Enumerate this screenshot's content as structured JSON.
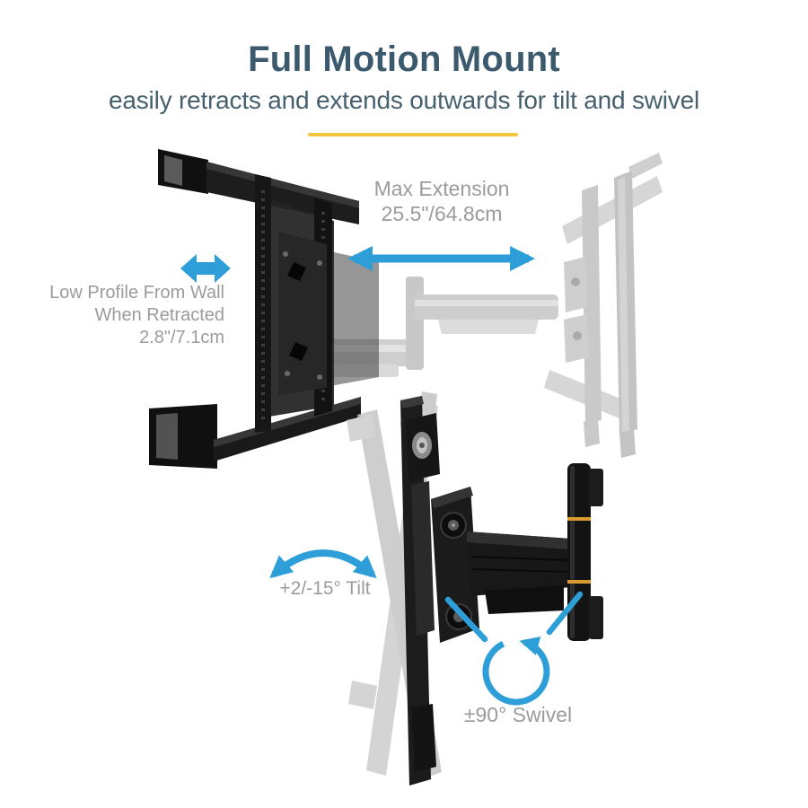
{
  "header": {
    "title": "Full Motion Mount",
    "subtitle": "easily retracts and extends outwards for tilt and swivel"
  },
  "top_diagram": {
    "max_extension_label": {
      "line1": "Max Extension",
      "line2": "25.5\"/64.8cm"
    },
    "low_profile_label": {
      "line1": "Low Profile From Wall",
      "line2": "When Retracted",
      "line3": "2.8\"/7.1cm"
    }
  },
  "bottom_diagram": {
    "tilt_label": "+2/-15° Tilt",
    "swivel_label": "±90° Swivel"
  },
  "icons": {
    "max_extension_arrow": "double-headed-horizontal-arrow",
    "retract_arrow": "double-headed-horizontal-arrow",
    "tilt_arrow": "curved-double-headed-arc-arrow",
    "swivel_arrow": "counterclockwise-rotation-arrow"
  },
  "colors": {
    "accent_blue": "#2d9ed7",
    "accent_yellow": "#f2c63d",
    "title_color": "#3c5a6d",
    "subtitle_color": "#47606d",
    "label_gray": "#9b9b9b",
    "product_black": "#1a1a1a",
    "ghost_gray": "#cecece",
    "stripe_orange": "#d99b2f"
  }
}
